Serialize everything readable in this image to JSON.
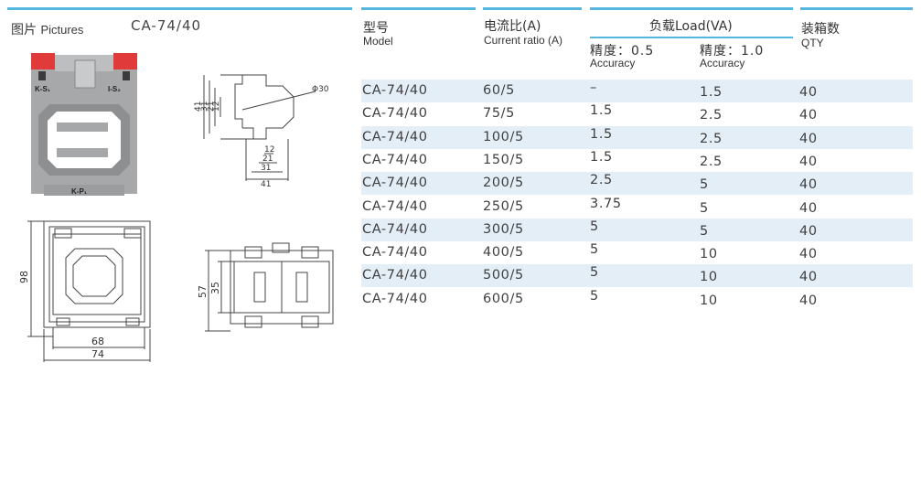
{
  "left": {
    "pictures_zh": "图片",
    "pictures_en": "Pictures",
    "model_title": "CA-74/40",
    "photo": {
      "label_k_s1": "K-S₁",
      "label_i_s2": "I-S₂",
      "label_k_p1": "K-P₁"
    },
    "drawing_side": {
      "dims_left": [
        "41",
        "31",
        "21",
        "12"
      ],
      "dims_bottom": [
        "12",
        "21",
        "31",
        "41"
      ],
      "hole": "Φ30"
    },
    "drawing_front": {
      "height": "98",
      "width_inner": "68",
      "width_outer": "74"
    },
    "drawing_top": {
      "height_outer": "57",
      "height_inner": "35"
    }
  },
  "table": {
    "headers": {
      "model_zh": "型号",
      "model_en": "Model",
      "ratio_zh": "电流比(A)",
      "ratio_en": "Current ratio (A)",
      "load": "负载Load(VA)",
      "acc05_zh": "精度：0.5",
      "acc05_en": "Accuracy",
      "acc10_zh": "精度：1.0",
      "acc10_en": "Accuracy",
      "qty_zh": "装箱数",
      "qty_en": "QTY"
    },
    "rows": [
      {
        "model": "CA-74/40",
        "ratio": "60/5",
        "a05": "–",
        "a10": "1.5",
        "qty": "40"
      },
      {
        "model": "CA-74/40",
        "ratio": "75/5",
        "a05": "1.5",
        "a10": "2.5",
        "qty": "40"
      },
      {
        "model": "CA-74/40",
        "ratio": "100/5",
        "a05": "1.5",
        "a10": "2.5",
        "qty": "40"
      },
      {
        "model": "CA-74/40",
        "ratio": "150/5",
        "a05": "1.5",
        "a10": "2.5",
        "qty": "40"
      },
      {
        "model": "CA-74/40",
        "ratio": "200/5",
        "a05": "2.5",
        "a10": "5",
        "qty": "40"
      },
      {
        "model": "CA-74/40",
        "ratio": "250/5",
        "a05": "3.75",
        "a10": "5",
        "qty": "40"
      },
      {
        "model": "CA-74/40",
        "ratio": "300/5",
        "a05": "5",
        "a10": "5",
        "qty": "40"
      },
      {
        "model": "CA-74/40",
        "ratio": "400/5",
        "a05": "5",
        "a10": "10",
        "qty": "40"
      },
      {
        "model": "CA-74/40",
        "ratio": "500/5",
        "a05": "5",
        "a10": "10",
        "qty": "40"
      },
      {
        "model": "CA-74/40",
        "ratio": "600/5",
        "a05": "5",
        "a10": "10",
        "qty": "40"
      }
    ]
  },
  "colors": {
    "rule": "#55b7e0",
    "row_shade": "#e3eef7",
    "terminal_red": "#e03a3a",
    "housing_grey": "#a9aaac"
  }
}
